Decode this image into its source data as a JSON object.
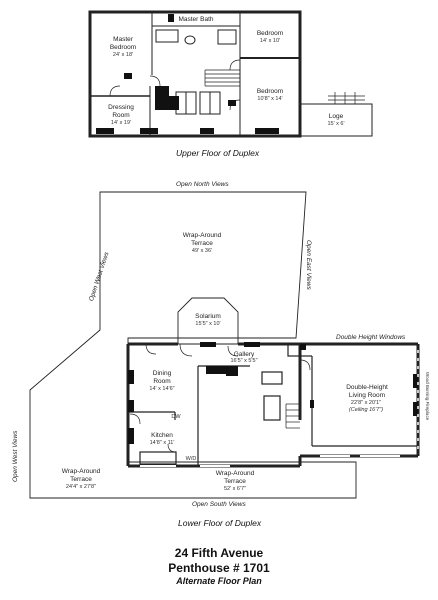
{
  "upper": {
    "caption": "Upper Floor of Duplex",
    "rooms": {
      "master_bath": "Master Bath",
      "master_bedroom": "Master\nBedroom",
      "master_bedroom_dim": "24' x 18'",
      "bedroom1": "Bedroom",
      "bedroom1_dim": "14' x 10'",
      "bedroom2": "Bedroom",
      "bedroom2_dim": "10'8\" x 14'",
      "dressing_room": "Dressing\nRoom",
      "dressing_room_dim": "14' x 19'",
      "loge": "Loge",
      "loge_dim": "15' x 6'"
    }
  },
  "lower": {
    "caption": "Lower Floor of Duplex",
    "views": {
      "north": "Open North Views",
      "east": "Open East Views",
      "west_upper": "Open West Views",
      "west_lower": "Open West Views",
      "south": "Open South Views",
      "double_height_windows": "Double Height Windows",
      "wood_fireplace": "Wood Burning Fireplace"
    },
    "rooms": {
      "terrace_top": "Wrap-Around\nTerrace",
      "terrace_top_dim": "49' x 36'",
      "solarium": "Solarium",
      "solarium_dim": "15'5\" x 10'",
      "gallery": "Gallery",
      "gallery_dim": "16'5\" x 5'5\"",
      "dining_room": "Dining\nRoom",
      "dining_room_dim": "14' x 14'6\"",
      "kitchen": "Kitchen",
      "kitchen_dim": "14'8\" x 11'",
      "living_room": "Double-Height\nLiving Room",
      "living_room_dim": "22'8\" x 20'1\"",
      "ceiling": "(Ceiling 16'7\")",
      "terrace_left": "Wrap-Around\nTerrace",
      "terrace_left_dim": "24'4\" x 27'8\"",
      "terrace_bottom": "Wrap-Around\nTerrace",
      "terrace_bottom_dim": "52' x 6'7\"",
      "dw": "DW",
      "wd": "W/D"
    }
  },
  "title": {
    "line1": "24 Fifth Avenue",
    "line2": "Penthouse # 1701",
    "line3": "Alternate Floor Plan"
  }
}
